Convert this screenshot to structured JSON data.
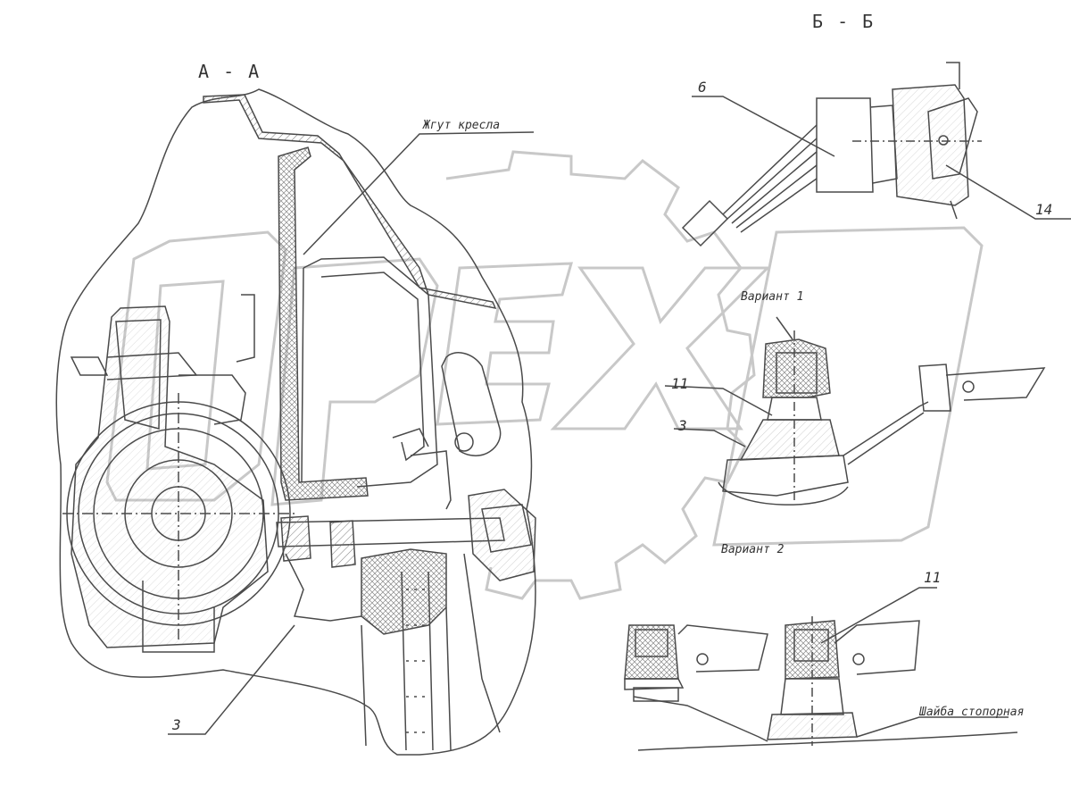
{
  "sections": {
    "aa": "А - А",
    "bb": "Б - Б"
  },
  "labels": {
    "wire_harness": "Жгут кресла",
    "variant1": "Вариант 1",
    "variant2": "Вариант 2",
    "lock_washer": "Шайба стопорная"
  },
  "callouts": {
    "c3_main": "3",
    "c6": "6",
    "c14": "14",
    "c11_v1": "11",
    "c3_v1": "3",
    "c11_v2": "11"
  },
  "watermark": {
    "text": "OPEX",
    "color": "#c8c8c8"
  },
  "colors": {
    "line": "#4a4a4a",
    "hatch": "#7a7a7a"
  }
}
